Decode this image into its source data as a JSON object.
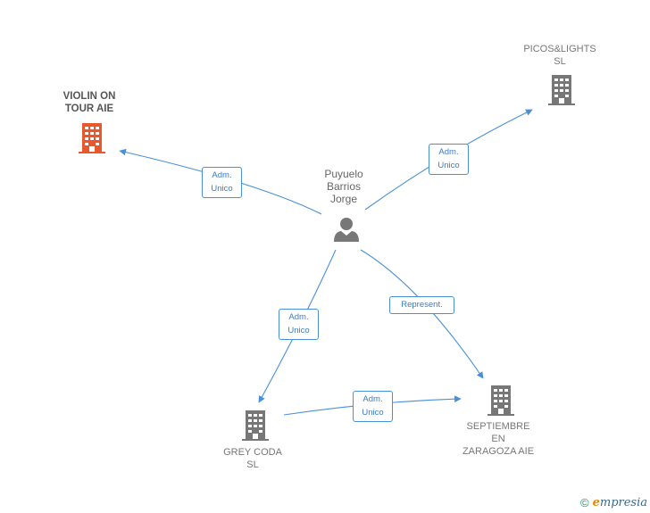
{
  "nodes": {
    "violin": {
      "label": "VIOLIN ON\nTOUR  AIE",
      "color": "#e8582c"
    },
    "picos": {
      "label": "PICOS&LIGHTS\nSL",
      "color": "#777777"
    },
    "person": {
      "label": "Puyuelo\nBarrios\nJorge",
      "color": "#777777"
    },
    "grey": {
      "label": "GREY CODA\nSL",
      "color": "#777777"
    },
    "septiembre": {
      "label": "SEPTIEMBRE\nEN\nZARAGOZA AIE",
      "color": "#777777"
    }
  },
  "edges": {
    "to_violin": {
      "label": "Adm.\nUnico"
    },
    "to_picos": {
      "label": "Adm.\nUnico"
    },
    "to_grey": {
      "label": "Adm.\nUnico"
    },
    "to_septiembre": {
      "label": "Represent."
    },
    "grey_to_septiembre": {
      "label": "Adm.\nUnico"
    }
  },
  "colors": {
    "edge": "#4a90d9",
    "building_default": "#777777",
    "building_highlight": "#e8582c"
  },
  "footer": {
    "copyright": "©",
    "brand_first": "e",
    "brand_rest": "mpresia"
  }
}
